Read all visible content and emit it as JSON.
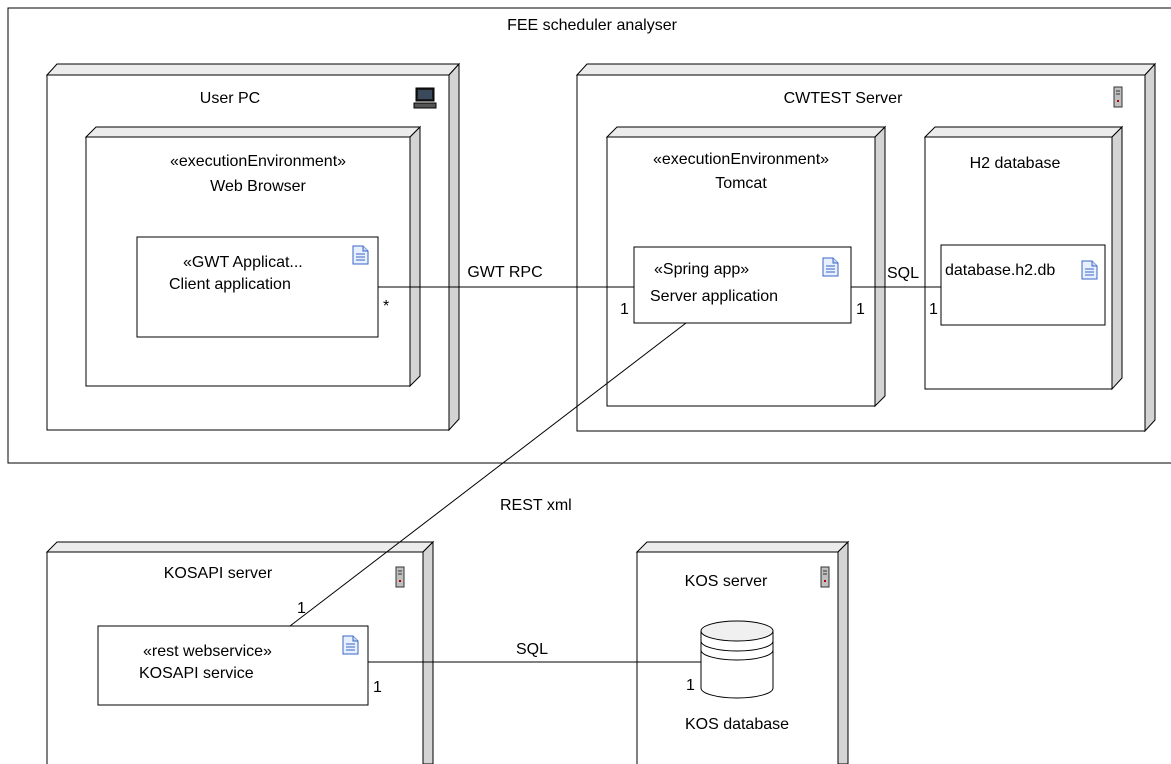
{
  "frame": {
    "title": "FEE scheduler analyser"
  },
  "nodes": {
    "user_pc": {
      "name": "User PC",
      "icon": "computer-icon"
    },
    "web_browser": {
      "stereotype": "«executionEnvironment»",
      "name": "Web Browser"
    },
    "client_app": {
      "stereotype": "«GWT Applicat...",
      "name": "Client application",
      "icon": "artifact-document-icon"
    },
    "cwtest_server": {
      "name": "CWTEST Server",
      "icon": "server-tower-icon"
    },
    "tomcat": {
      "stereotype": "«executionEnvironment»",
      "name": "Tomcat"
    },
    "server_app": {
      "stereotype": "«Spring app»",
      "name": "Server application",
      "icon": "artifact-document-icon"
    },
    "h2_database": {
      "name": "H2 database"
    },
    "db_file": {
      "name": "database.h2.db",
      "icon": "artifact-document-icon"
    },
    "kosapi_server": {
      "name": "KOSAPI server",
      "icon": "server-tower-icon"
    },
    "kosapi_service": {
      "stereotype": "«rest webservice»",
      "name": "KOSAPI service",
      "icon": "artifact-document-icon"
    },
    "kos_server": {
      "name": "KOS server",
      "icon": "server-tower-icon"
    },
    "kos_database": {
      "name": "KOS database",
      "icon": "database-cylinder-icon"
    }
  },
  "connections": {
    "gwt_rpc": {
      "label": "GWT RPC",
      "mult_client": "*",
      "mult_server": "1"
    },
    "sql_h2": {
      "label": "SQL",
      "mult_server": "1",
      "mult_db": "1"
    },
    "rest": {
      "label": "REST xml",
      "mult_kosapi": "1"
    },
    "sql_kos": {
      "label": "SQL",
      "mult_service": "1",
      "mult_db": "1"
    }
  }
}
